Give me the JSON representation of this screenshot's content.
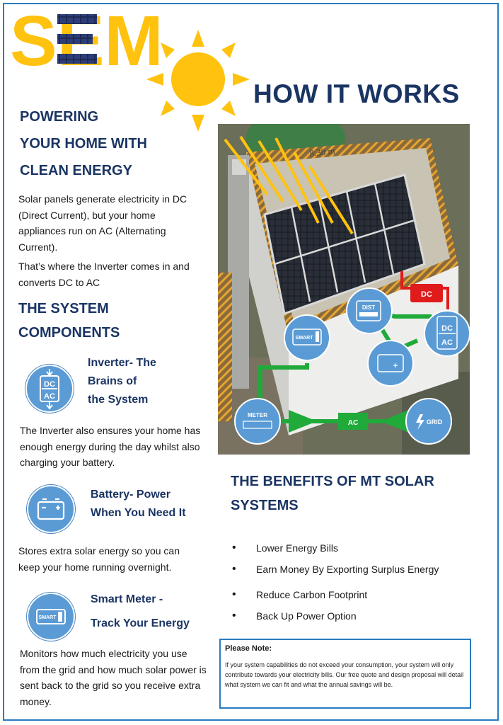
{
  "brand": {
    "logo_text": "SEM"
  },
  "header": {
    "title": "HOW IT WORKS"
  },
  "intro": {
    "heading": [
      "POWERING",
      "YOUR HOME WITH",
      "CLEAN ENERGY"
    ],
    "paragraph1": "Solar panels generate electricity in DC (Direct Current), but your home appliances run on AC (Alternating Current).",
    "paragraph2": "That’s where the Inverter comes in and converts DC to AC"
  },
  "components": {
    "heading": [
      "THE SYSTEM",
      "COMPONENTS"
    ],
    "items": [
      {
        "icon": "inverter-icon",
        "title": [
          "Inverter- The",
          "Brains of",
          "the System"
        ],
        "text": "The Inverter also ensures your home has enough energy during the day whilst also charging your battery."
      },
      {
        "icon": "battery-icon",
        "title": [
          "Battery- Power",
          "When You Need It"
        ],
        "text": "Stores extra solar energy so you can keep your home running overnight."
      },
      {
        "icon": "smart-meter-icon",
        "title": [
          "Smart Meter -",
          "Track Your Energy"
        ],
        "text": "Monitors how much electricity you use from the grid and how much solar power is sent back to the grid so you receive extra money."
      }
    ]
  },
  "diagram": {
    "measure_label": "8.38 m",
    "labels": {
      "dc": "DC",
      "dist": "DIST",
      "smart": "SMART",
      "inverter_top": "DC",
      "inverter_bottom": "AC",
      "meter": "METER",
      "grid": "GRID",
      "ac_line": "AC"
    },
    "colors": {
      "node": "#5b9bd5",
      "wire": "#1faa3a",
      "dc": "#e01b1b",
      "sun": "#ffc20e"
    }
  },
  "benefits": {
    "heading": [
      "THE BENEFITS OF MT SOLAR",
      "SYSTEMS"
    ],
    "items": [
      "Lower Energy Bills",
      "Earn Money By Exporting Surplus Energy",
      "Reduce Carbon Footprint",
      "Back Up Power Option"
    ]
  },
  "note": {
    "title": "Please Note:",
    "body": "If your system capabilities do not exceed your consumption, your system will only contribute towards your electricity bills. Our free quote and design proposal will detail what system we can fit and what the annual savings will be."
  },
  "colors": {
    "navy": "#1b3563",
    "accent_blue": "#2a7bc0",
    "yellow": "#ffc20e"
  }
}
